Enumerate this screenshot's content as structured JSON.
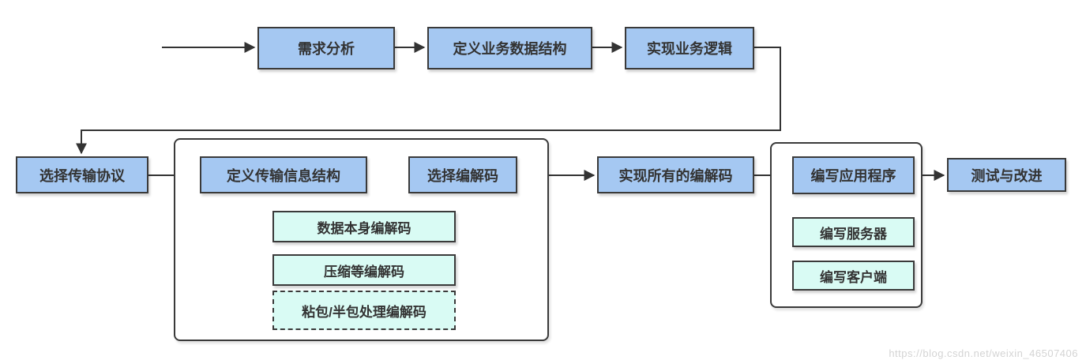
{
  "diagram": {
    "title": "protocol-development-flowchart",
    "nodes": {
      "requirements": {
        "label": "需求分析"
      },
      "define_business_data": {
        "label": "定义业务数据结构"
      },
      "implement_business_logic": {
        "label": "实现业务逻辑"
      },
      "select_transport_protocol": {
        "label": "选择传输协议"
      },
      "define_transmission_info": {
        "label": "定义传输信息结构"
      },
      "select_codec": {
        "label": "选择编解码"
      },
      "data_codec": {
        "label": "数据本身编解码"
      },
      "compression_codec": {
        "label": "压缩等编解码"
      },
      "packet_split_codec": {
        "label": "粘包/半包处理编解码"
      },
      "implement_all_codecs": {
        "label": "实现所有的编解码"
      },
      "write_application": {
        "label": "编写应用程序"
      },
      "write_server": {
        "label": "编写服务器"
      },
      "write_client": {
        "label": "编写客户端"
      },
      "test_improve": {
        "label": "测试与改进"
      }
    },
    "colors": {
      "primary_node_fill": "#a5c8f2",
      "secondary_node_fill": "#d9fbf4",
      "node_border": "#3a3a3a",
      "connector": "#333333",
      "watermark_text": "#d4d4d4"
    },
    "watermark": "https://blog.csdn.net/weixin_46507406"
  }
}
